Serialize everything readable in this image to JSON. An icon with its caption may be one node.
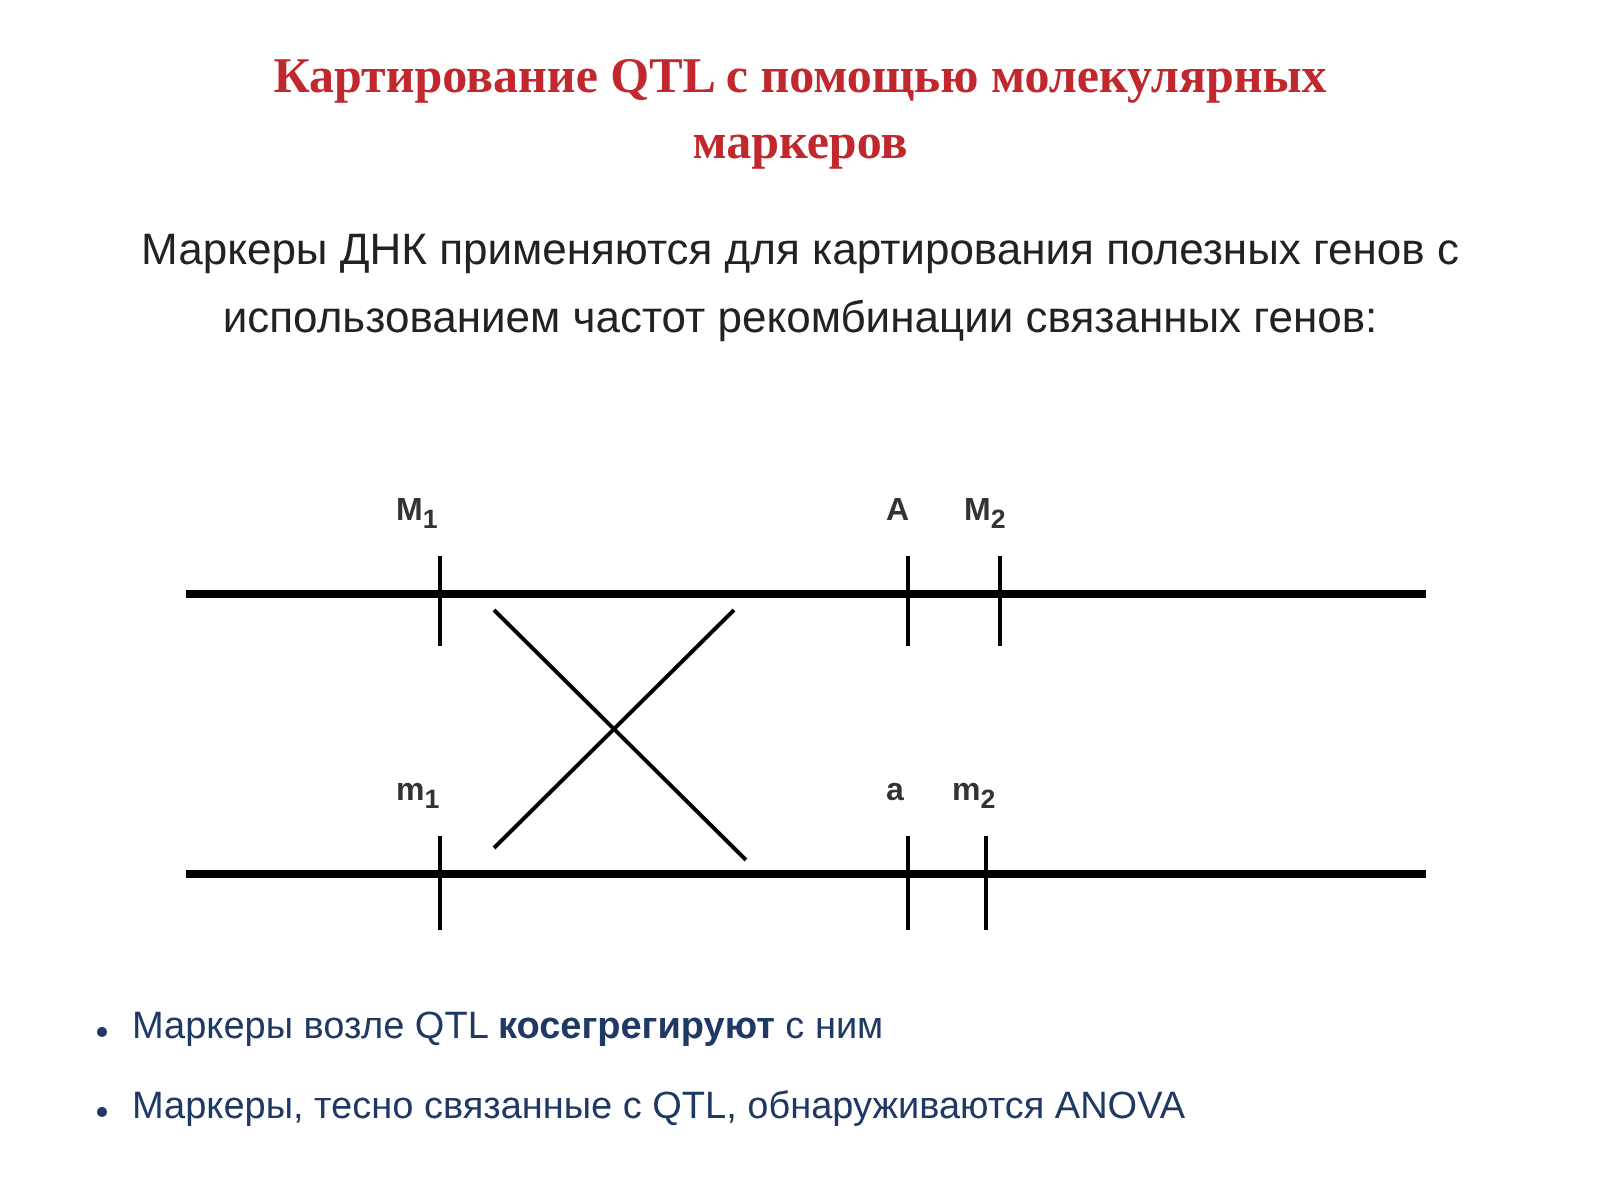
{
  "diagram": {
    "title": "Картирование QTL с помощью молекулярных маркеров",
    "labels": [
      "Маркеры ДНК применяются для картирования полезных генов с использованием частот рекомбинации связанных генов:",
      "M$_{1}$",
      "A",
      "M$_{2}$",
      "m$_{1}$",
      "a",
      "m$_{2}$",
      "Маркеры возле QTL **косегрегируют** с ним",
      "Маркеры, тесно связанные с QTL, обнаруживаются ANOVA"
    ]
  }
}
